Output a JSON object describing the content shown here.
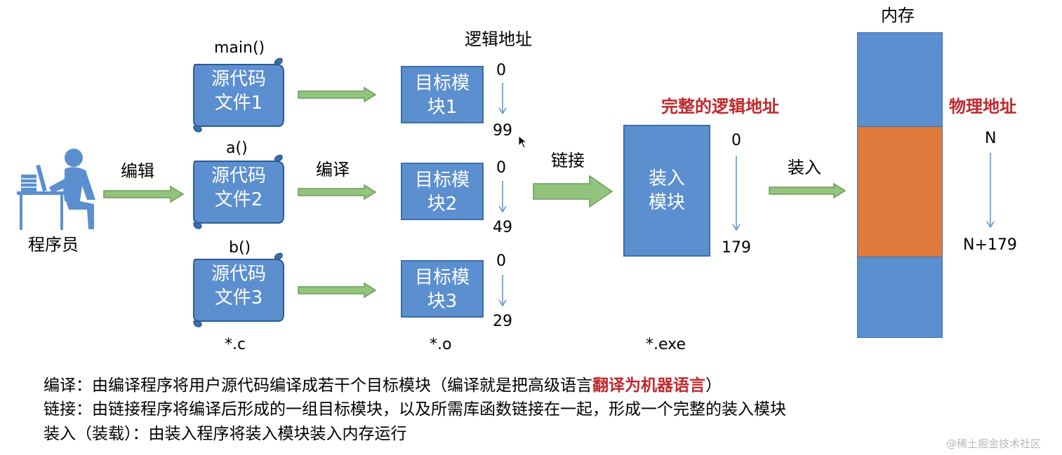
{
  "programmer": {
    "label": "程序员"
  },
  "arrows": {
    "edit": "编辑",
    "compile": "编译",
    "link": "链接",
    "load": "装入"
  },
  "sources": [
    {
      "func": "main()",
      "text1": "源代码",
      "text2": "文件1"
    },
    {
      "func": "a()",
      "text1": "源代码",
      "text2": "文件2"
    },
    {
      "func": "b()",
      "text1": "源代码",
      "text2": "文件3"
    }
  ],
  "modules": [
    {
      "text1": "目标模",
      "text2": "块1",
      "start": "0",
      "end": "99"
    },
    {
      "text1": "目标模",
      "text2": "块2",
      "start": "0",
      "end": "49"
    },
    {
      "text1": "目标模",
      "text2": "块3",
      "start": "0",
      "end": "29"
    }
  ],
  "logical_address": "逻辑地址",
  "complete_logical_address": "完整的逻辑地址",
  "load_module": {
    "text1": "装入",
    "text2": "模块",
    "start": "0",
    "end": "179"
  },
  "memory": {
    "title": "内存",
    "physical_address": "物理地址",
    "start": "N",
    "end": "N+179"
  },
  "ext": {
    "c": "*.c",
    "o": "*.o",
    "exe": "*.exe"
  },
  "notes": {
    "line1_prefix": "编译：由编译程序将用户源代码编译成若干个目标模块（编译就是把高级语言",
    "line1_red": "翻译为机器语言",
    "line1_suffix": "）",
    "line2": "链接：由链接程序将编译后形成的一组目标模块，以及所需库函数链接在一起，形成一个完整的装入模块",
    "line3": "装入（装载）：由装入程序将装入模块装入内存运行"
  },
  "watermark": "@稀土掘金技术社区",
  "colors": {
    "blue": "#5b8fcf",
    "orange": "#e07a3c",
    "arrow_green": "#93c47d",
    "red_text": "#c0282d"
  }
}
